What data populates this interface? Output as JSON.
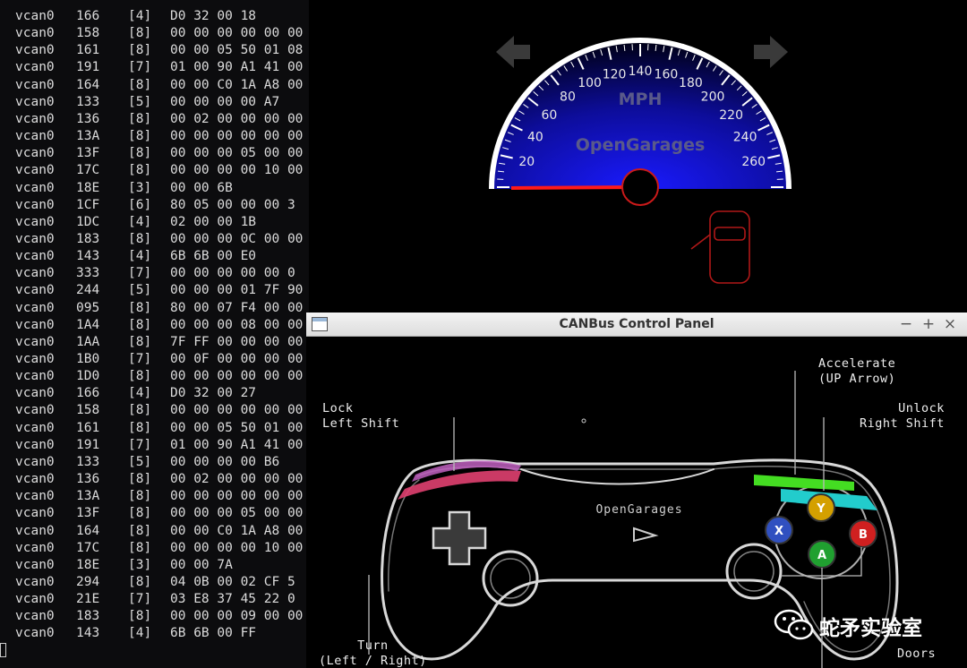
{
  "terminal": {
    "lines": [
      [
        "vcan0",
        "166",
        "[4]",
        "D0 32 00 18"
      ],
      [
        "vcan0",
        "158",
        "[8]",
        "00 00 00 00 00 00"
      ],
      [
        "vcan0",
        "161",
        "[8]",
        "00 00 05 50 01 08"
      ],
      [
        "vcan0",
        "191",
        "[7]",
        "01 00 90 A1 41 00"
      ],
      [
        "vcan0",
        "164",
        "[8]",
        "00 00 C0 1A A8 00"
      ],
      [
        "vcan0",
        "133",
        "[5]",
        "00 00 00 00 A7"
      ],
      [
        "vcan0",
        "136",
        "[8]",
        "00 02 00 00 00 00"
      ],
      [
        "vcan0",
        "13A",
        "[8]",
        "00 00 00 00 00 00"
      ],
      [
        "vcan0",
        "13F",
        "[8]",
        "00 00 00 05 00 00"
      ],
      [
        "vcan0",
        "17C",
        "[8]",
        "00 00 00 00 10 00"
      ],
      [
        "vcan0",
        "18E",
        "[3]",
        "00 00 6B"
      ],
      [
        "vcan0",
        "1CF",
        "[6]",
        "80 05 00 00 00 3"
      ],
      [
        "vcan0",
        "1DC",
        "[4]",
        "02 00 00 1B"
      ],
      [
        "vcan0",
        "183",
        "[8]",
        "00 00 00 0C 00 00"
      ],
      [
        "vcan0",
        "143",
        "[4]",
        "6B 6B 00 E0"
      ],
      [
        "vcan0",
        "333",
        "[7]",
        "00 00 00 00 00 0"
      ],
      [
        "vcan0",
        "244",
        "[5]",
        "00 00 00 01 7F 90"
      ],
      [
        "vcan0",
        "095",
        "[8]",
        "80 00 07 F4 00 00"
      ],
      [
        "vcan0",
        "1A4",
        "[8]",
        "00 00 00 08 00 00"
      ],
      [
        "vcan0",
        "1AA",
        "[8]",
        "7F FF 00 00 00 00"
      ],
      [
        "vcan0",
        "1B0",
        "[7]",
        "00 0F 00 00 00 00"
      ],
      [
        "vcan0",
        "1D0",
        "[8]",
        "00 00 00 00 00 00"
      ],
      [
        "vcan0",
        "166",
        "[4]",
        "D0 32 00 27"
      ],
      [
        "vcan0",
        "158",
        "[8]",
        "00 00 00 00 00 00"
      ],
      [
        "vcan0",
        "161",
        "[8]",
        "00 00 05 50 01 00"
      ],
      [
        "vcan0",
        "191",
        "[7]",
        "01 00 90 A1 41 00"
      ],
      [
        "vcan0",
        "133",
        "[5]",
        "00 00 00 00 B6"
      ],
      [
        "vcan0",
        "136",
        "[8]",
        "00 02 00 00 00 00"
      ],
      [
        "vcan0",
        "13A",
        "[8]",
        "00 00 00 00 00 00"
      ],
      [
        "vcan0",
        "13F",
        "[8]",
        "00 00 00 05 00 00"
      ],
      [
        "vcan0",
        "164",
        "[8]",
        "00 00 C0 1A A8 00"
      ],
      [
        "vcan0",
        "17C",
        "[8]",
        "00 00 00 00 10 00"
      ],
      [
        "vcan0",
        "18E",
        "[3]",
        "00 00 7A"
      ],
      [
        "vcan0",
        "294",
        "[8]",
        "04 0B 00 02 CF 5"
      ],
      [
        "vcan0",
        "21E",
        "[7]",
        "03 E8 37 45 22 0"
      ],
      [
        "vcan0",
        "183",
        "[8]",
        "00 00 00 09 00 00"
      ],
      [
        "vcan0",
        "143",
        "[4]",
        "6B 6B 00 FF"
      ]
    ]
  },
  "cluster": {
    "unit_label": "MPH",
    "brand_label": "OpenGarages",
    "speed_ticks": [
      "20",
      "40",
      "60",
      "80",
      "100",
      "120",
      "140",
      "160",
      "180",
      "200",
      "220",
      "240",
      "260"
    ],
    "speed_value": 0,
    "needle_color": "#ff1a1a",
    "dial_color": "#1a1aff"
  },
  "panel": {
    "title": "CANBus Control Panel",
    "buttons": {
      "minimize": "−",
      "maximize": "+",
      "close": "×"
    },
    "labels": {
      "lock": [
        "Lock",
        "Left Shift"
      ],
      "accelerate": [
        "Accelerate",
        "(UP Arrow)"
      ],
      "unlock": [
        "Unlock",
        "Right Shift"
      ],
      "turn": [
        "Turn",
        "(Left / Right)"
      ],
      "doors": "Doors",
      "brand": "OpenGarages"
    },
    "face_buttons": {
      "y": "Y",
      "x": "X",
      "b": "B",
      "a": "A"
    },
    "colors": {
      "lock": "#e0407a",
      "accelerate": "#44dd22",
      "unlock": "#22cccc",
      "y": "#d4a000",
      "x": "#3050c0",
      "b": "#d02020",
      "a": "#20a030"
    }
  },
  "watermark": {
    "text": "蛇矛实验室"
  }
}
